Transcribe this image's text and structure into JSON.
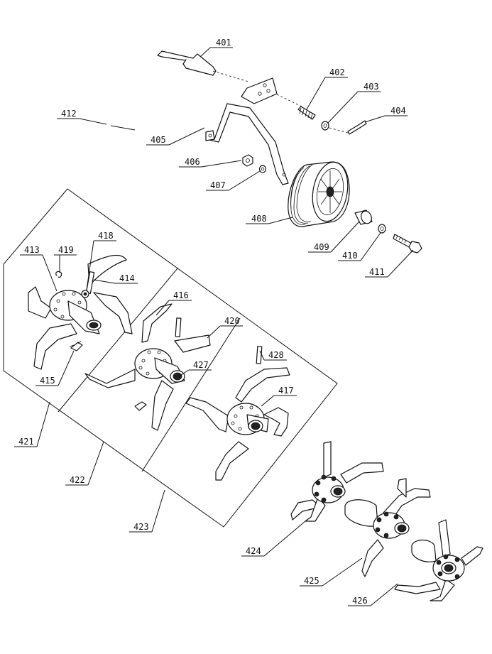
{
  "parts": [
    {
      "id": "401",
      "text": "401"
    },
    {
      "id": "402",
      "text": "402"
    },
    {
      "id": "403",
      "text": "403"
    },
    {
      "id": "404",
      "text": "404"
    },
    {
      "id": "405",
      "text": "405"
    },
    {
      "id": "406",
      "text": "406"
    },
    {
      "id": "407",
      "text": "407"
    },
    {
      "id": "408",
      "text": "408"
    },
    {
      "id": "409",
      "text": "409"
    },
    {
      "id": "410",
      "text": "410"
    },
    {
      "id": "411",
      "text": "411"
    },
    {
      "id": "412",
      "text": "412"
    },
    {
      "id": "413",
      "text": "413"
    },
    {
      "id": "414",
      "text": "414"
    },
    {
      "id": "415",
      "text": "415"
    },
    {
      "id": "416",
      "text": "416"
    },
    {
      "id": "417",
      "text": "417"
    },
    {
      "id": "418",
      "text": "418"
    },
    {
      "id": "419",
      "text": "419"
    },
    {
      "id": "420",
      "text": "420"
    },
    {
      "id": "421",
      "text": "421"
    },
    {
      "id": "422",
      "text": "422"
    },
    {
      "id": "423",
      "text": "423"
    },
    {
      "id": "424",
      "text": "424"
    },
    {
      "id": "425",
      "text": "425"
    },
    {
      "id": "426",
      "text": "426"
    },
    {
      "id": "427",
      "text": "427"
    },
    {
      "id": "428",
      "text": "428"
    }
  ]
}
